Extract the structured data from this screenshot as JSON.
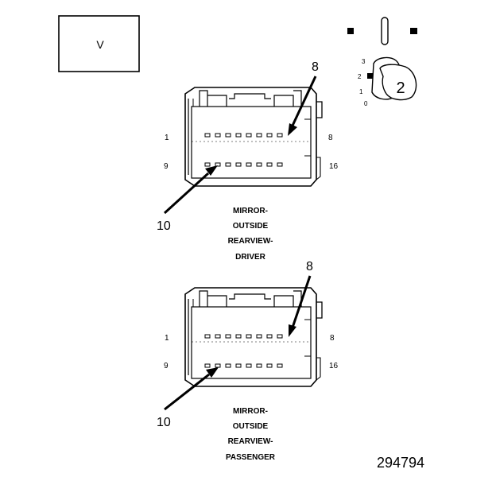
{
  "view_box_label": "V",
  "figure_number": "294794",
  "key_icon": {
    "positions": [
      "3",
      "2",
      "1",
      "0"
    ],
    "selected": "2"
  },
  "connectors": [
    {
      "id": "driver",
      "pin_top_left": "1",
      "pin_top_right": "8",
      "pin_bottom_left": "9",
      "pin_bottom_right": "16",
      "callout_top": "8",
      "callout_bottom": "10",
      "caption": [
        "MIRROR-",
        "OUTSIDE",
        "REARVIEW-",
        "DRIVER"
      ]
    },
    {
      "id": "passenger",
      "pin_top_left": "1",
      "pin_top_right": "8",
      "pin_bottom_left": "9",
      "pin_bottom_right": "16",
      "callout_top": "8",
      "callout_bottom": "10",
      "caption": [
        "MIRROR-",
        "OUTSIDE",
        "REARVIEW-",
        "PASSENGER"
      ]
    }
  ]
}
